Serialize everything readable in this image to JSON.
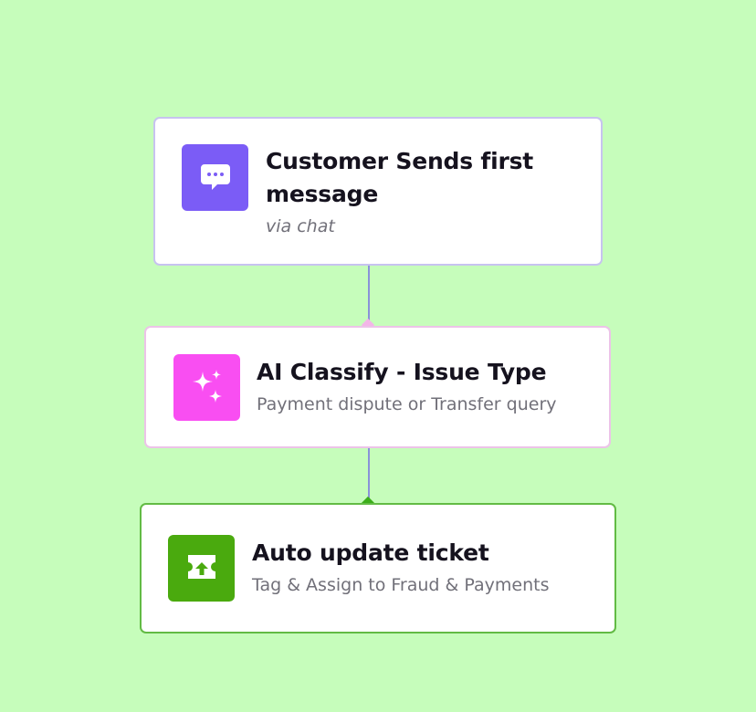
{
  "flow": {
    "steps": [
      {
        "title": "Customer Sends first message",
        "subtitle": "via chat",
        "icon": "chat-bubble-icon",
        "icon_color": "#7b5cf6",
        "border_color": "#c7c3ef"
      },
      {
        "title": "AI Classify - Issue Type",
        "subtitle": "Payment dispute or Transfer query",
        "icon": "sparkles-icon",
        "icon_color": "#f94ef2",
        "border_color": "#ecc3e8"
      },
      {
        "title": "Auto update ticket",
        "subtitle": "Tag & Assign to Fraud & Payments",
        "icon": "ticket-upload-icon",
        "icon_color": "#4aaa0e",
        "border_color": "#62bb44"
      }
    ],
    "connectors": [
      {
        "color": "#8a92d8",
        "marker_color": "#f3b6e8"
      },
      {
        "color": "#8a92d8",
        "marker_color": "#3cae1a"
      }
    ]
  }
}
